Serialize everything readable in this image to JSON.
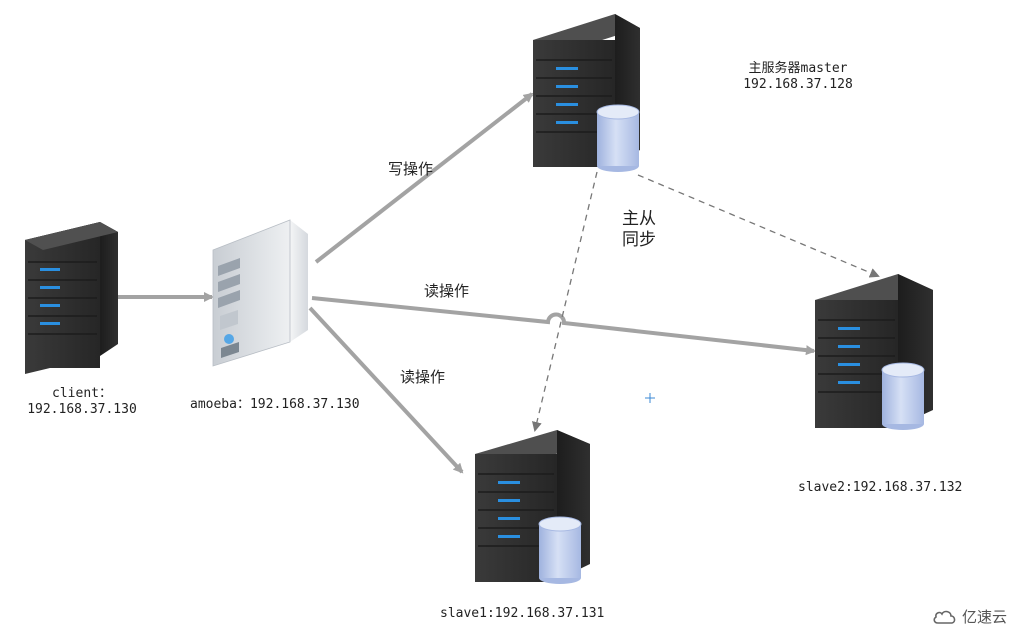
{
  "nodes": {
    "client": {
      "line1": "client：",
      "line2": "192.168.37.130"
    },
    "amoeba": {
      "label": "amoeba：192.168.37.130"
    },
    "master": {
      "line1": "主服务器master",
      "line2": "192.168.37.128"
    },
    "slave1": {
      "label": "slave1:192.168.37.131"
    },
    "slave2": {
      "label": "slave2:192.168.37.132"
    }
  },
  "edges": {
    "write": "写操作",
    "read_slave2": "读操作",
    "read_slave1": "读操作",
    "sync_line1": "主从",
    "sync_line2": "同步"
  },
  "watermark": {
    "text": "亿速云",
    "icon": "cloud-logo-icon"
  },
  "colors": {
    "arrow": "#a3a3a3",
    "dashed": "#777777",
    "server_dark": "#2e2e2e",
    "server_led": "#2a8fe0",
    "db_cylinder": "#b9c8ea",
    "amoeba_body": "#dfe3e8"
  }
}
